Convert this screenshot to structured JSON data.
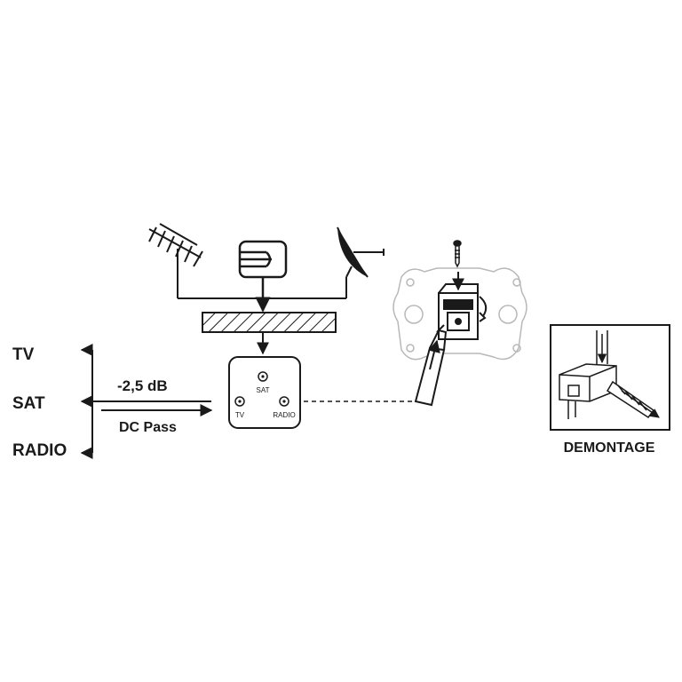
{
  "outputs": {
    "tv": "TV",
    "sat": "SAT",
    "radio": "RADIO"
  },
  "signal": {
    "attenuation": "-2,5 dB",
    "dc": "DC Pass"
  },
  "socket": {
    "sat": "SAT",
    "tv": "TV",
    "radio": "RADIO"
  },
  "demontage": {
    "caption": "DEMONTAGE"
  },
  "icons": [
    "yagi-antenna-icon",
    "loop-antenna-icon",
    "satellite-dish-icon",
    "screw-icon",
    "wall-socket-icon",
    "coax-cable-icon"
  ]
}
